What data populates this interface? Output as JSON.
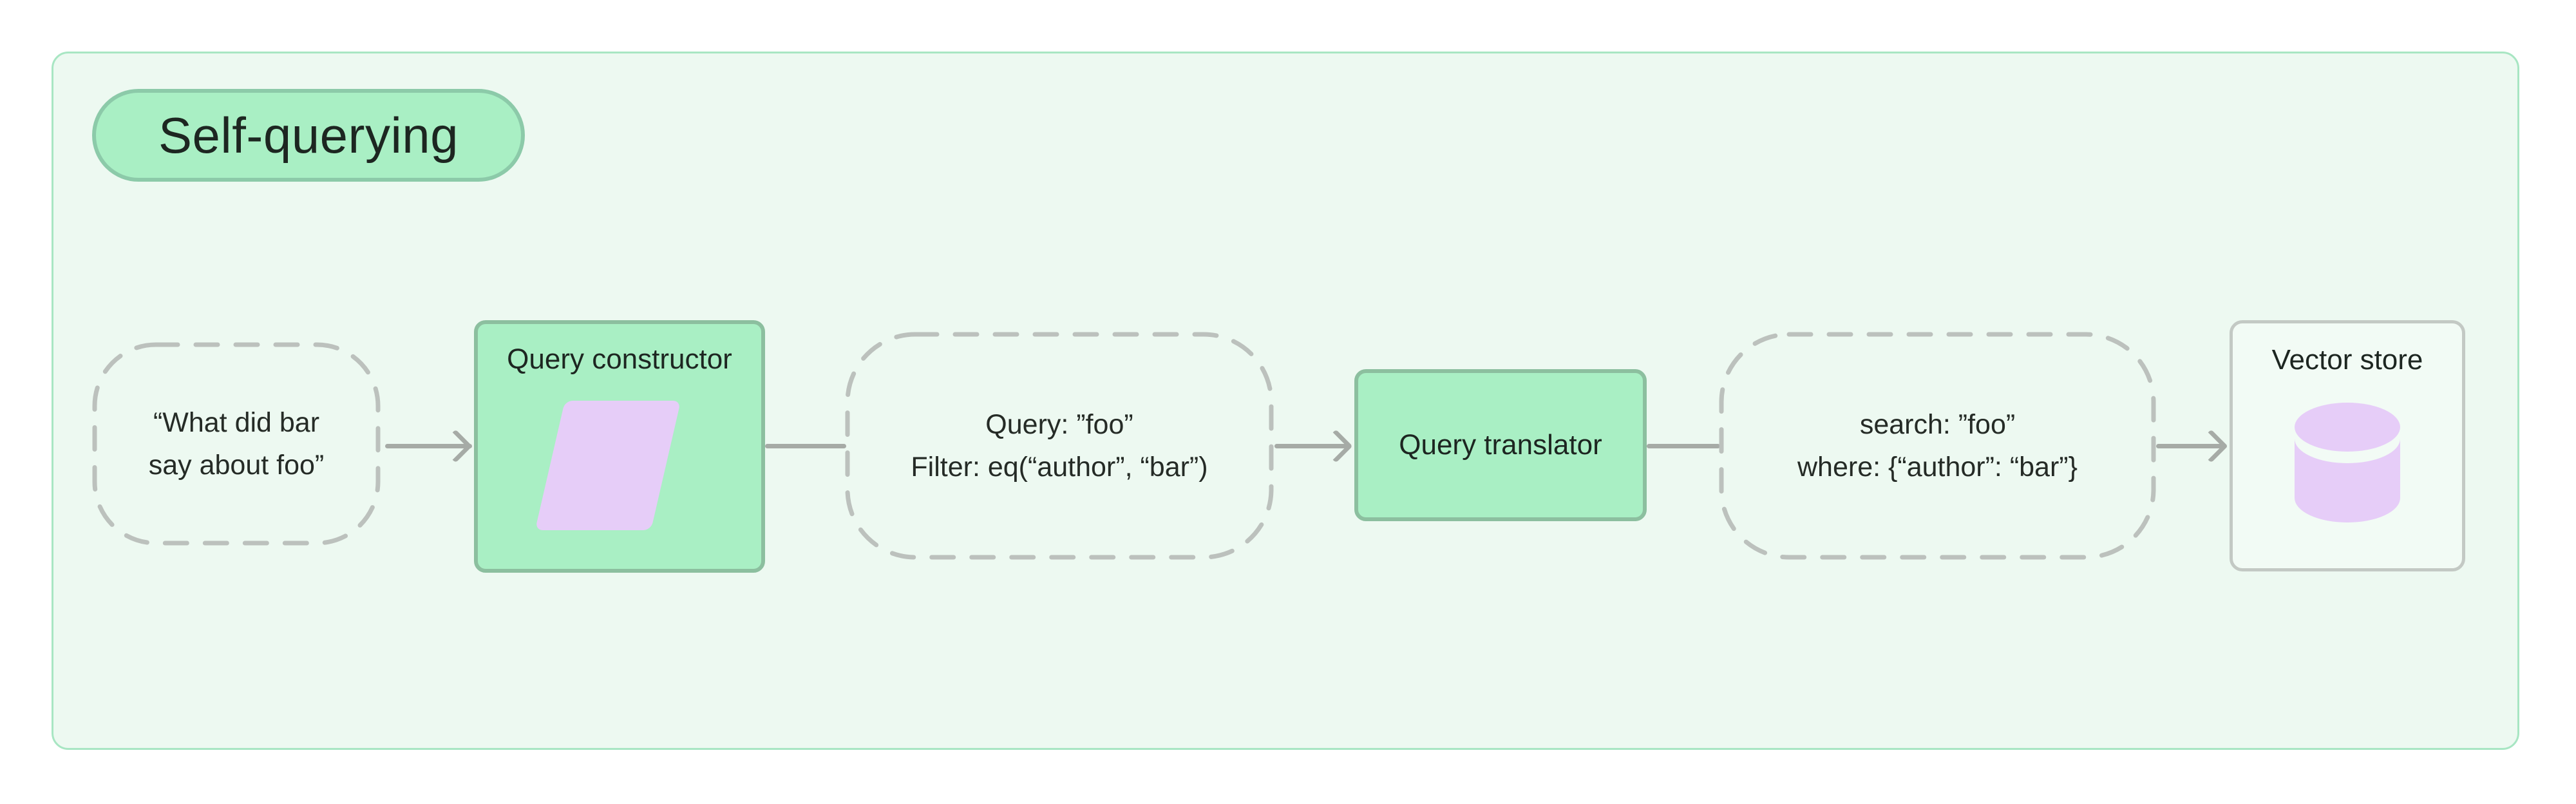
{
  "title_badge": {
    "label": "Self-querying"
  },
  "nodes": {
    "question": {
      "line1": "“What did bar",
      "line2": "say about foo”"
    },
    "constructor": {
      "label": "Query constructor",
      "icon": "parallelogram-icon"
    },
    "structured": {
      "line1": "Query: ”foo”",
      "line2": "Filter: eq(“author”, “bar”)"
    },
    "translator": {
      "label": "Query translator"
    },
    "translated": {
      "line1": "search: ”foo”",
      "line2": "where: {“author”: “bar”}"
    },
    "vectorstore": {
      "label": "Vector store",
      "icon": "database-icon"
    }
  },
  "connectors": [
    {
      "from": "input-question",
      "to": "query-constructor",
      "arrowhead": true
    },
    {
      "from": "query-constructor",
      "to": "structured-query",
      "arrowhead": false
    },
    {
      "from": "structured-query",
      "to": "query-translator",
      "arrowhead": true
    },
    {
      "from": "query-translator",
      "to": "translated-query",
      "arrowhead": false
    },
    {
      "from": "translated-query",
      "to": "vector-store",
      "arrowhead": true
    }
  ],
  "colors": {
    "page_bg": "#ffffff",
    "panel_bg": "#edf9f1",
    "panel_border": "#a8e6c3",
    "badge_bg": "#a9efc4",
    "badge_border": "#8ccaa9",
    "green_box_bg": "#a9efc4",
    "green_box_border": "#8cbf9f",
    "dashed_border": "#bcc1bd",
    "connector": "#a6aba6",
    "icon_lavender": "#e6cdf8",
    "vector_box_bg": "#f2fbf5",
    "vector_box_border": "#c3c9c4",
    "text": "#212823"
  }
}
